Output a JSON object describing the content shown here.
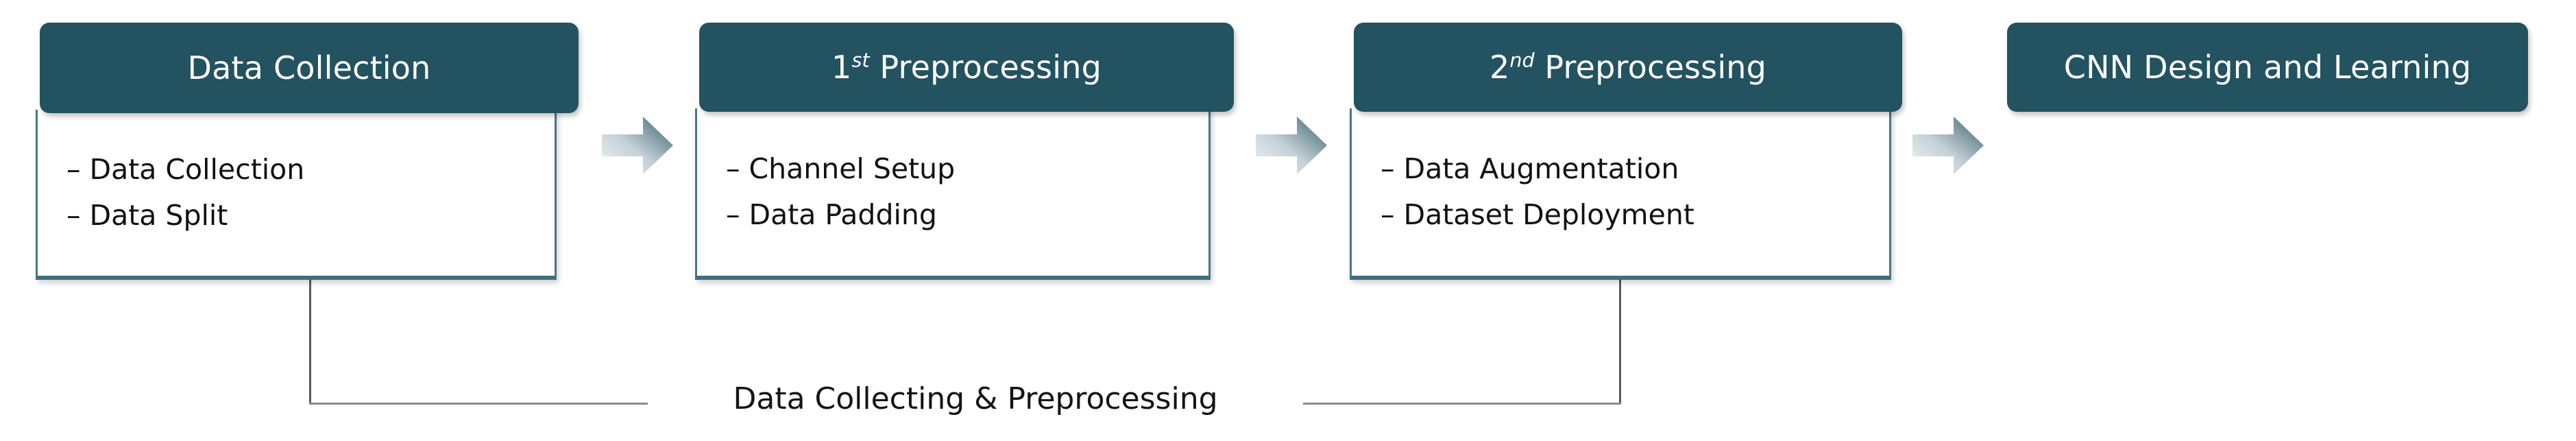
{
  "diagram": {
    "title_text": "Data Collecting & Preprocessing",
    "accent_color": "#235260",
    "border_color": "#4a7683",
    "bracket_color": "#595959",
    "arrow_icon_name": "right-block-arrow-icon",
    "stages": [
      {
        "header": "Data Collection",
        "header_prefix": "",
        "header_sup": "",
        "items": [
          {
            "dash": "–",
            "label": "Data Collection"
          },
          {
            "dash": "–",
            "label": "Data Split"
          }
        ]
      },
      {
        "header": "Preprocessing",
        "header_prefix": "1",
        "header_sup": "st",
        "items": [
          {
            "dash": "–",
            "label": "Channel Setup"
          },
          {
            "dash": "–",
            "label": "Data Padding"
          }
        ]
      },
      {
        "header": "Preprocessing",
        "header_prefix": "2",
        "header_sup": "nd",
        "items": [
          {
            "dash": "–",
            "label": "Data Augmentation"
          },
          {
            "dash": "–",
            "label": "Dataset Deployment"
          }
        ]
      },
      {
        "header": "CNN Design and Learning",
        "header_prefix": "",
        "header_sup": "",
        "items": []
      }
    ]
  }
}
